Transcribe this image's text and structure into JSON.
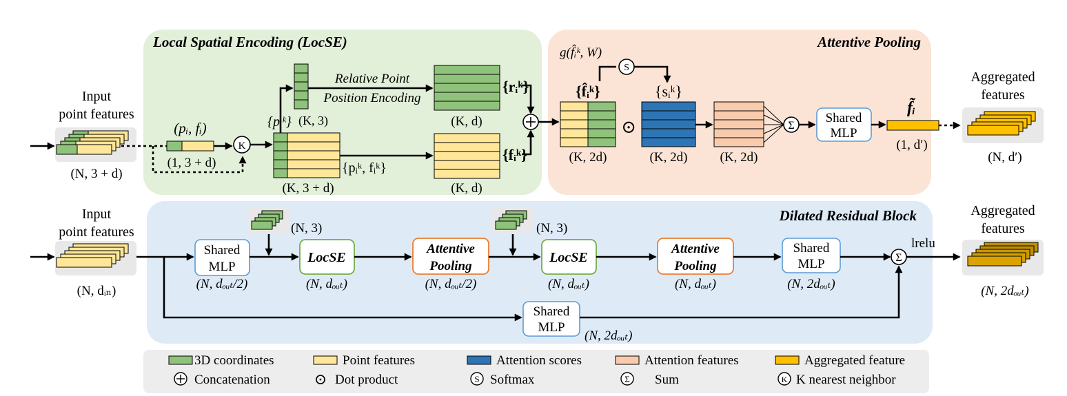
{
  "colors": {
    "locse_panel": "#e2efd9",
    "attentive_panel": "#fbe4d5",
    "residual_panel": "#deebf7",
    "legend_panel": "#ededed",
    "coord_green": "#8fc27a",
    "point_yellow": "#ffe699",
    "attention_blue": "#2e75b6",
    "attention_peach": "#f8cbad",
    "aggregated_gold": "#ffc000",
    "mlp_border": "#5b9bd5",
    "locse_border": "#70ad47",
    "pooling_border": "#ed7d31"
  },
  "top": {
    "locse_title": "Local Spatial Encoding (LocSE)",
    "attentive_title": "Attentive Pooling",
    "input_label_1": "Input",
    "input_label_2": "point features",
    "input_shape": "(N, 3 + d)",
    "query_label": "(pᵢ, fᵢ)",
    "query_shape": "(1, 3 + d)",
    "knn_symbol": "K",
    "neighbor_coords_label": "{pᵢᵏ}",
    "neighbor_coords_shape": "(K, 3)",
    "rppe_line1": "Relative Point",
    "rppe_line2": "Position Encoding",
    "r_label": "{rᵢᵏ}",
    "r_shape": "(K, d)",
    "neighbor_all_label": "{pᵢᵏ, fᵢᵏ}",
    "neighbor_all_shape": "(K, 3 + d)",
    "f_label": "{fᵢᵏ}",
    "f_shape": "(K, d)",
    "concat_symbol": "+",
    "g_label": "g(f̂ᵢᵏ, W)",
    "softmax_symbol": "S",
    "fhat_label": "{f̂ᵢᵏ}",
    "fhat_shape": "(K, 2d)",
    "dot_symbol": "⊙",
    "s_label": "{sᵢᵏ}",
    "s_shape": "(K, 2d)",
    "att_feat_shape": "(K, 2d)",
    "sum_symbol": "Σ",
    "mlp_line1": "Shared",
    "mlp_line2": "MLP",
    "ftilde_label": "f̃ᵢ",
    "ftilde_shape": "(1, d′)",
    "output_label_1": "Aggregated",
    "output_label_2": "features",
    "output_shape": "(N, d′)"
  },
  "bottom": {
    "title": "Dilated Residual Block",
    "input_label_1": "Input",
    "input_label_2": "point features",
    "input_shape": "(N, dᵢₙ)",
    "coords_shape_1": "(N, 3)",
    "coords_shape_2": "(N, 3)",
    "mlp1_line1": "Shared",
    "mlp1_line2": "MLP",
    "mlp1_shape": "(N, dₒᵤₜ/2)",
    "locse1_label": "LocSE",
    "locse1_shape": "(N, dₒᵤₜ)",
    "pool1_line1": "Attentive",
    "pool1_line2": "Pooling",
    "pool1_shape": "(N, dₒᵤₜ/2)",
    "locse2_label": "LocSE",
    "locse2_shape": "(N, dₒᵤₜ)",
    "pool2_line1": "Attentive",
    "pool2_line2": "Pooling",
    "pool2_shape": "(N, dₒᵤₜ)",
    "mlp2_line1": "Shared",
    "mlp2_line2": "MLP",
    "mlp2_shape": "(N, 2dₒᵤₜ)",
    "mlp3_line1": "Shared",
    "mlp3_line2": "MLP",
    "mlp3_shape": "(N, 2dₒᵤₜ)",
    "sum_symbol": "Σ",
    "lrelu_label": "lrelu",
    "output_label_1": "Aggregated",
    "output_label_2": "features",
    "output_shape": "(N, 2dₒᵤₜ)"
  },
  "legend": {
    "coords": "3D coordinates",
    "point_features": "Point features",
    "attention_scores": "Attention scores",
    "attention_features": "Attention features",
    "aggregated_feature": "Aggregated feature",
    "concatenation": "Concatenation",
    "dot_product": "Dot product",
    "softmax": "Softmax",
    "sum": "Sum",
    "knn": "K nearest neighbor",
    "concat_symbol": "+",
    "dot_symbol": "⊙",
    "softmax_symbol": "S",
    "sum_symbol": "Σ",
    "knn_symbol": "K"
  }
}
